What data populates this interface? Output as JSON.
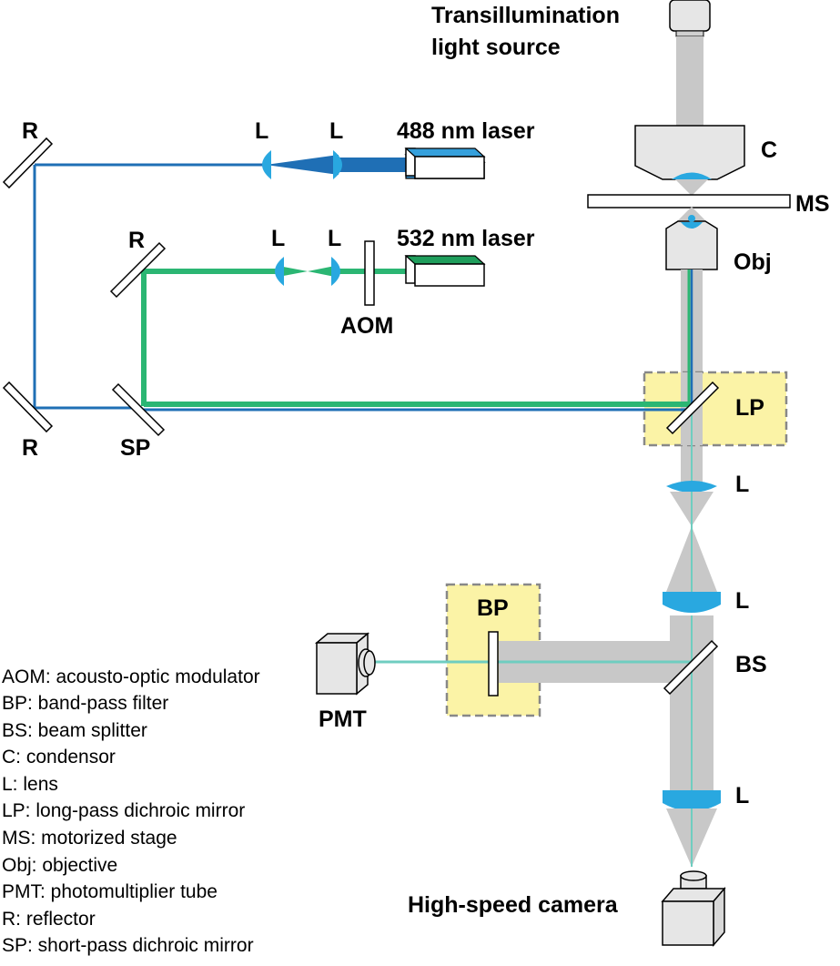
{
  "labels": {
    "transillumination_line1": "Transillumination",
    "transillumination_line2": "light source",
    "laser_488": "488 nm laser",
    "laser_532": "532 nm laser",
    "aom": "AOM",
    "condensor": "C",
    "stage": "MS",
    "objective": "Obj",
    "long_pass": "LP",
    "band_pass": "BP",
    "beam_splitter": "BS",
    "pmt": "PMT",
    "camera": "High-speed camera",
    "lens": "L",
    "reflector": "R",
    "short_pass": "SP"
  },
  "legend": [
    "AOM: acousto-optic modulator",
    "BP: band-pass filter",
    "BS: beam splitter",
    "C: condensor",
    "L: lens",
    "LP: long-pass dichroic mirror",
    "MS: motorized stage",
    "Obj: objective",
    "PMT: photomultiplier tube",
    "R: reflector",
    "SP: short-pass dichroic mirror"
  ],
  "colors": {
    "blue_beam": "#1f6fb5",
    "green_beam": "#2bb673",
    "lens": "#29a8e0",
    "gray_beam": "#c8c8c8",
    "filter_box": "#fbf3a6",
    "detection_beam": "#6fcdc0"
  }
}
